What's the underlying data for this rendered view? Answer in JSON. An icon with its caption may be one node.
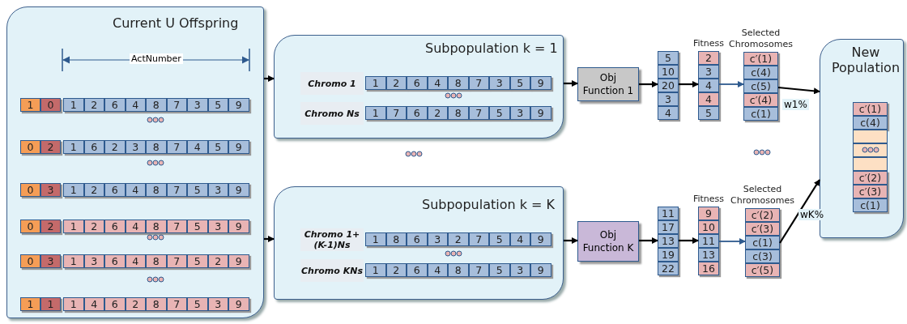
{
  "diagram": {
    "nodes": [
      {
        "text": [
          "Current U Offspring"
        ]
      },
      {
        "text": [
          "1",
          "0",
          "1",
          "2",
          "6",
          "4",
          "8",
          "7",
          "3",
          "5",
          "9"
        ],
        "in": 0
      },
      {
        "text": [
          "0",
          "2",
          "1",
          "6",
          "2",
          "3",
          "8",
          "7",
          "4",
          "5",
          "9"
        ],
        "in": 0
      },
      {
        "text": [
          "0",
          "3",
          "1",
          "2",
          "6",
          "4",
          "8",
          "7",
          "5",
          "3",
          "9"
        ],
        "in": 0
      },
      {
        "text": [
          "0",
          "2",
          "1",
          "2",
          "6",
          "4",
          "8",
          "7",
          "5",
          "3",
          "9"
        ],
        "in": 0
      },
      {
        "text": [
          "0",
          "3",
          "1",
          "3",
          "6",
          "4",
          "8",
          "7",
          "5",
          "2",
          "9"
        ],
        "in": 0
      },
      {
        "text": [
          "1",
          "1",
          "1",
          "4",
          "6",
          "2",
          "8",
          "7",
          "5",
          "3",
          "9"
        ],
        "in": 0
      },
      {
        "text": [
          "Subpopulation k = 1"
        ]
      },
      {
        "text": [
          "Chromo 1",
          "1",
          "2",
          "6",
          "4",
          "8",
          "7",
          "3",
          "5",
          "9"
        ],
        "in": 7
      },
      {
        "text": [
          "Chromo Ns",
          "1",
          "7",
          "6",
          "2",
          "8",
          "7",
          "5",
          "3",
          "9"
        ],
        "in": 7
      },
      {
        "text": [
          "Subpopulation k = K"
        ]
      },
      {
        "text": [
          "Chromo 1+(K-1)Ns",
          "1",
          "8",
          "6",
          "3",
          "2",
          "7",
          "5",
          "4",
          "9"
        ],
        "in": 10
      },
      {
        "text": [
          "Chromo KNs",
          "1",
          "2",
          "6",
          "4",
          "8",
          "7",
          "5",
          "3",
          "9"
        ],
        "in": 10
      },
      {
        "text": [
          "Obj Function 1"
        ]
      },
      {
        "text": [
          "5",
          "10",
          "20",
          "3",
          "4"
        ]
      },
      {
        "text": [
          "Fitness",
          "2",
          "3",
          "4",
          "4",
          "5"
        ]
      },
      {
        "text": [
          "Selected Chromosomes",
          "c′(1)",
          "c(4)",
          "c(5)",
          "c′(4)",
          "c(1)"
        ]
      },
      {
        "text": [
          "Obj Function K"
        ]
      },
      {
        "text": [
          "11",
          "17",
          "13",
          "19",
          "22"
        ]
      },
      {
        "text": [
          "Fitness",
          "9",
          "10",
          "11",
          "13",
          "16"
        ]
      },
      {
        "text": [
          "Selected Chromosomes",
          "c′(2)",
          "c′(3)",
          "c(1)",
          "c(3)",
          "c′(5)"
        ]
      },
      {
        "text": [
          "New Population"
        ]
      },
      {
        "text": [
          "c′(1)",
          "c(4)",
          "c′(2)",
          "c′(3)",
          "c(1)"
        ],
        "in": 21
      }
    ],
    "edges": [
      {
        "from": 0,
        "to": 7,
        "arrow": "to"
      },
      {
        "from": 0,
        "to": 10,
        "arrow": "to"
      },
      {
        "from": 7,
        "to": 13,
        "arrow": "to"
      },
      {
        "from": 13,
        "to": 14,
        "arrow": "to"
      },
      {
        "from": 14,
        "to": 15,
        "arrow": "to"
      },
      {
        "from": 15,
        "to": 16,
        "arrow": "to",
        "color": "#2e5a8e"
      },
      {
        "from": 16,
        "to": 21,
        "arrow": "to",
        "label": "w1%"
      },
      {
        "from": 10,
        "to": 17,
        "arrow": "to"
      },
      {
        "from": 17,
        "to": 18,
        "arrow": "to"
      },
      {
        "from": 18,
        "to": 19,
        "arrow": "to"
      },
      {
        "from": 19,
        "to": 20,
        "arrow": "to",
        "color": "#2e5a8e"
      },
      {
        "from": 20,
        "to": 21,
        "arrow": "to",
        "label": "wK%"
      }
    ],
    "labels": [
      "ActNumber"
    ]
  }
}
